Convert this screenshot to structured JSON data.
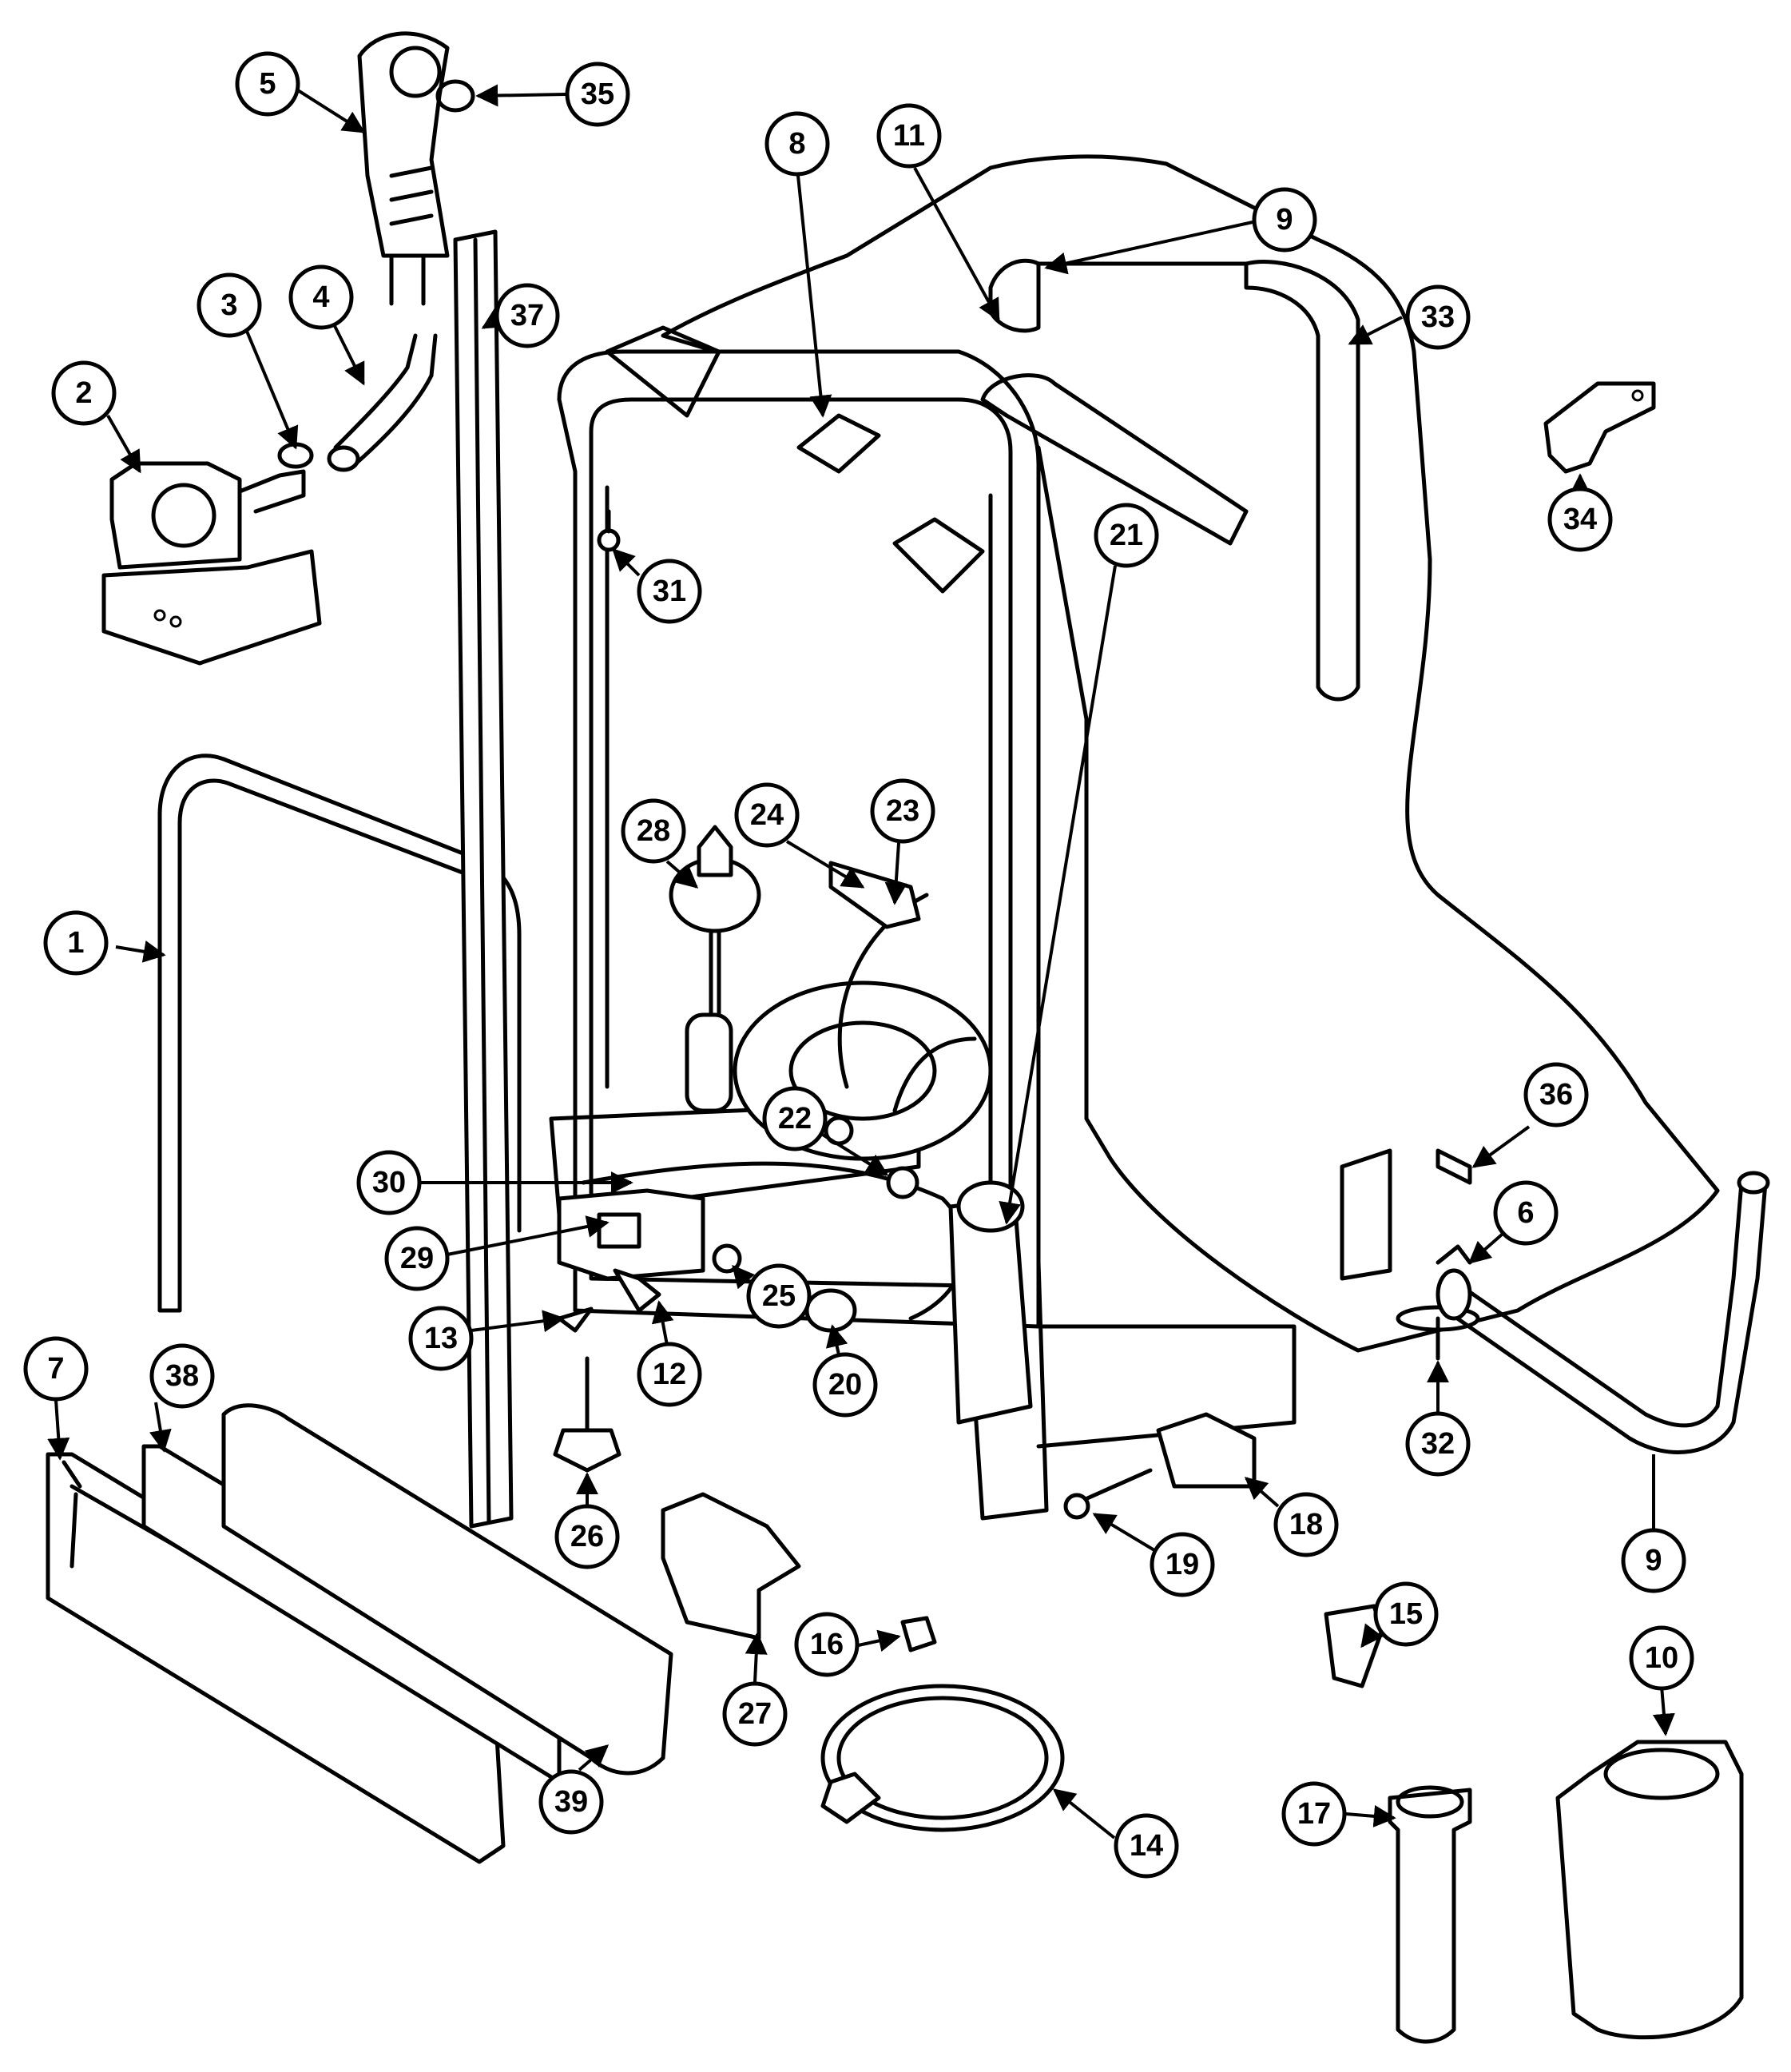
{
  "diagram": {
    "callouts": [
      {
        "label": "1"
      },
      {
        "label": "2"
      },
      {
        "label": "3"
      },
      {
        "label": "4"
      },
      {
        "label": "5"
      },
      {
        "label": "6"
      },
      {
        "label": "7"
      },
      {
        "label": "8"
      },
      {
        "label": "9"
      },
      {
        "label": "9"
      },
      {
        "label": "10"
      },
      {
        "label": "11"
      },
      {
        "label": "12"
      },
      {
        "label": "13"
      },
      {
        "label": "14"
      },
      {
        "label": "15"
      },
      {
        "label": "16"
      },
      {
        "label": "17"
      },
      {
        "label": "18"
      },
      {
        "label": "19"
      },
      {
        "label": "20"
      },
      {
        "label": "21"
      },
      {
        "label": "22"
      },
      {
        "label": "23"
      },
      {
        "label": "24"
      },
      {
        "label": "25"
      },
      {
        "label": "26"
      },
      {
        "label": "27"
      },
      {
        "label": "28"
      },
      {
        "label": "29"
      },
      {
        "label": "30"
      },
      {
        "label": "31"
      },
      {
        "label": "32"
      },
      {
        "label": "33"
      },
      {
        "label": "34"
      },
      {
        "label": "35"
      },
      {
        "label": "36"
      },
      {
        "label": "37"
      },
      {
        "label": "38"
      },
      {
        "label": "39"
      }
    ]
  }
}
